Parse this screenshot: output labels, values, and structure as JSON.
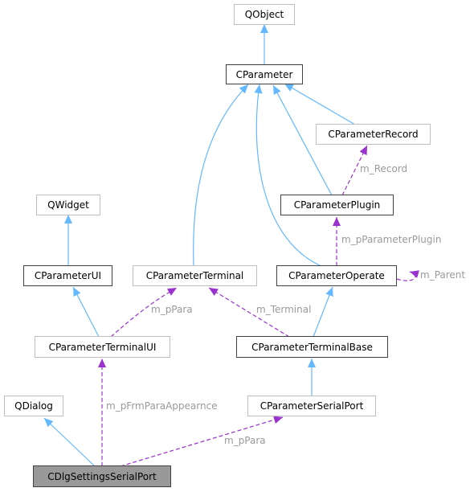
{
  "colors": {
    "inherit_edge": "#63b8ff",
    "usage_edge": "#9a32cd",
    "grey_border": "#bfbfbf",
    "dark_border": "#404040",
    "current_fill": "#999999",
    "label_text": "#9a9a9a"
  },
  "nodes": {
    "qobject": "QObject",
    "cparameter": "CParameter",
    "cparameterrecord": "CParameterRecord",
    "cparameterplugin": "CParameterPlugin",
    "qwidget": "QWidget",
    "cparameterui": "CParameterUI",
    "cparameterterminal": "CParameterTerminal",
    "cparameteroperate": "CParameterOperate",
    "cparameterterminalui": "CParameterTerminalUI",
    "cparameterterminalbase": "CParameterTerminalBase",
    "qdialog": "QDialog",
    "cparameterserialport": "CParameterSerialPort",
    "cdlgsettingsserialport": "CDlgSettingsSerialPort"
  },
  "edge_labels": {
    "m_record": "m_Record",
    "m_pparameterplugin": "m_pParameterPlugin",
    "m_parent": "m_Parent",
    "m_ppara_terminalui": "m_pPara",
    "m_terminal": "m_Terminal",
    "m_pfrmparaappearnce": "m_pFrmParaAppearnce",
    "m_ppara_serialport": "m_pPara"
  }
}
